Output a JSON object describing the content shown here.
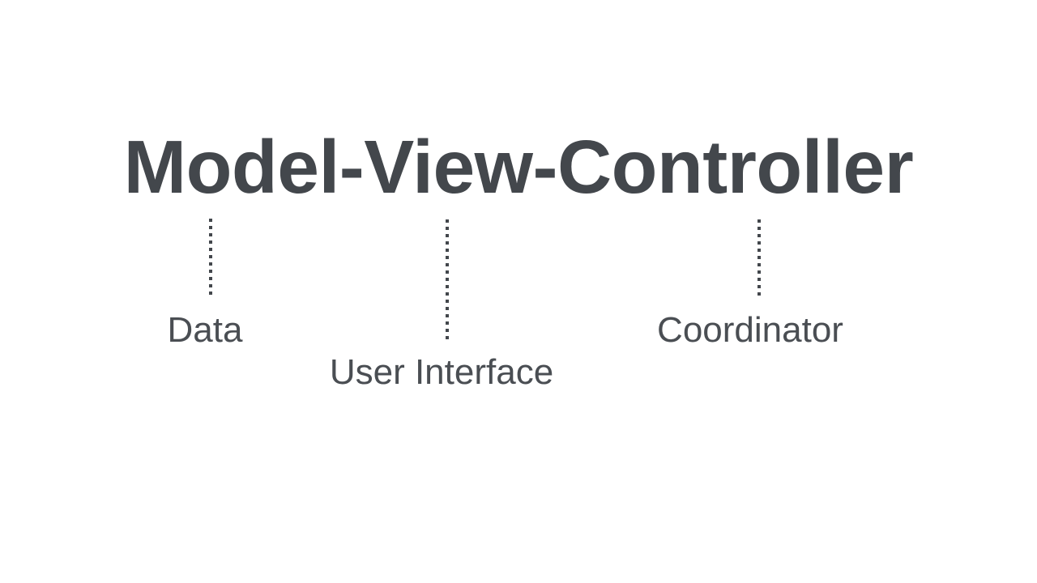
{
  "slide": {
    "background_color": "#ffffff",
    "title": {
      "text": "Model-View-Controller",
      "color": "#43474c"
    },
    "annotations": [
      {
        "id": "model",
        "term": "Model",
        "label": "Data",
        "connector": "dotted-vertical-line",
        "color": "#4a4e53"
      },
      {
        "id": "view",
        "term": "View",
        "label": "User Interface",
        "connector": "dotted-vertical-line",
        "color": "#4a4e53"
      },
      {
        "id": "controller",
        "term": "Controller",
        "label": "Coordinator",
        "connector": "dotted-vertical-line",
        "color": "#4a4e53"
      }
    ]
  },
  "chart_data": {
    "type": "diagram",
    "title": "Model-View-Controller",
    "pattern": "term-to-definition annotation callouts",
    "nodes": [
      {
        "term": "Model",
        "definition": "Data"
      },
      {
        "term": "View",
        "definition": "User Interface"
      },
      {
        "term": "Controller",
        "definition": "Coordinator"
      }
    ]
  }
}
